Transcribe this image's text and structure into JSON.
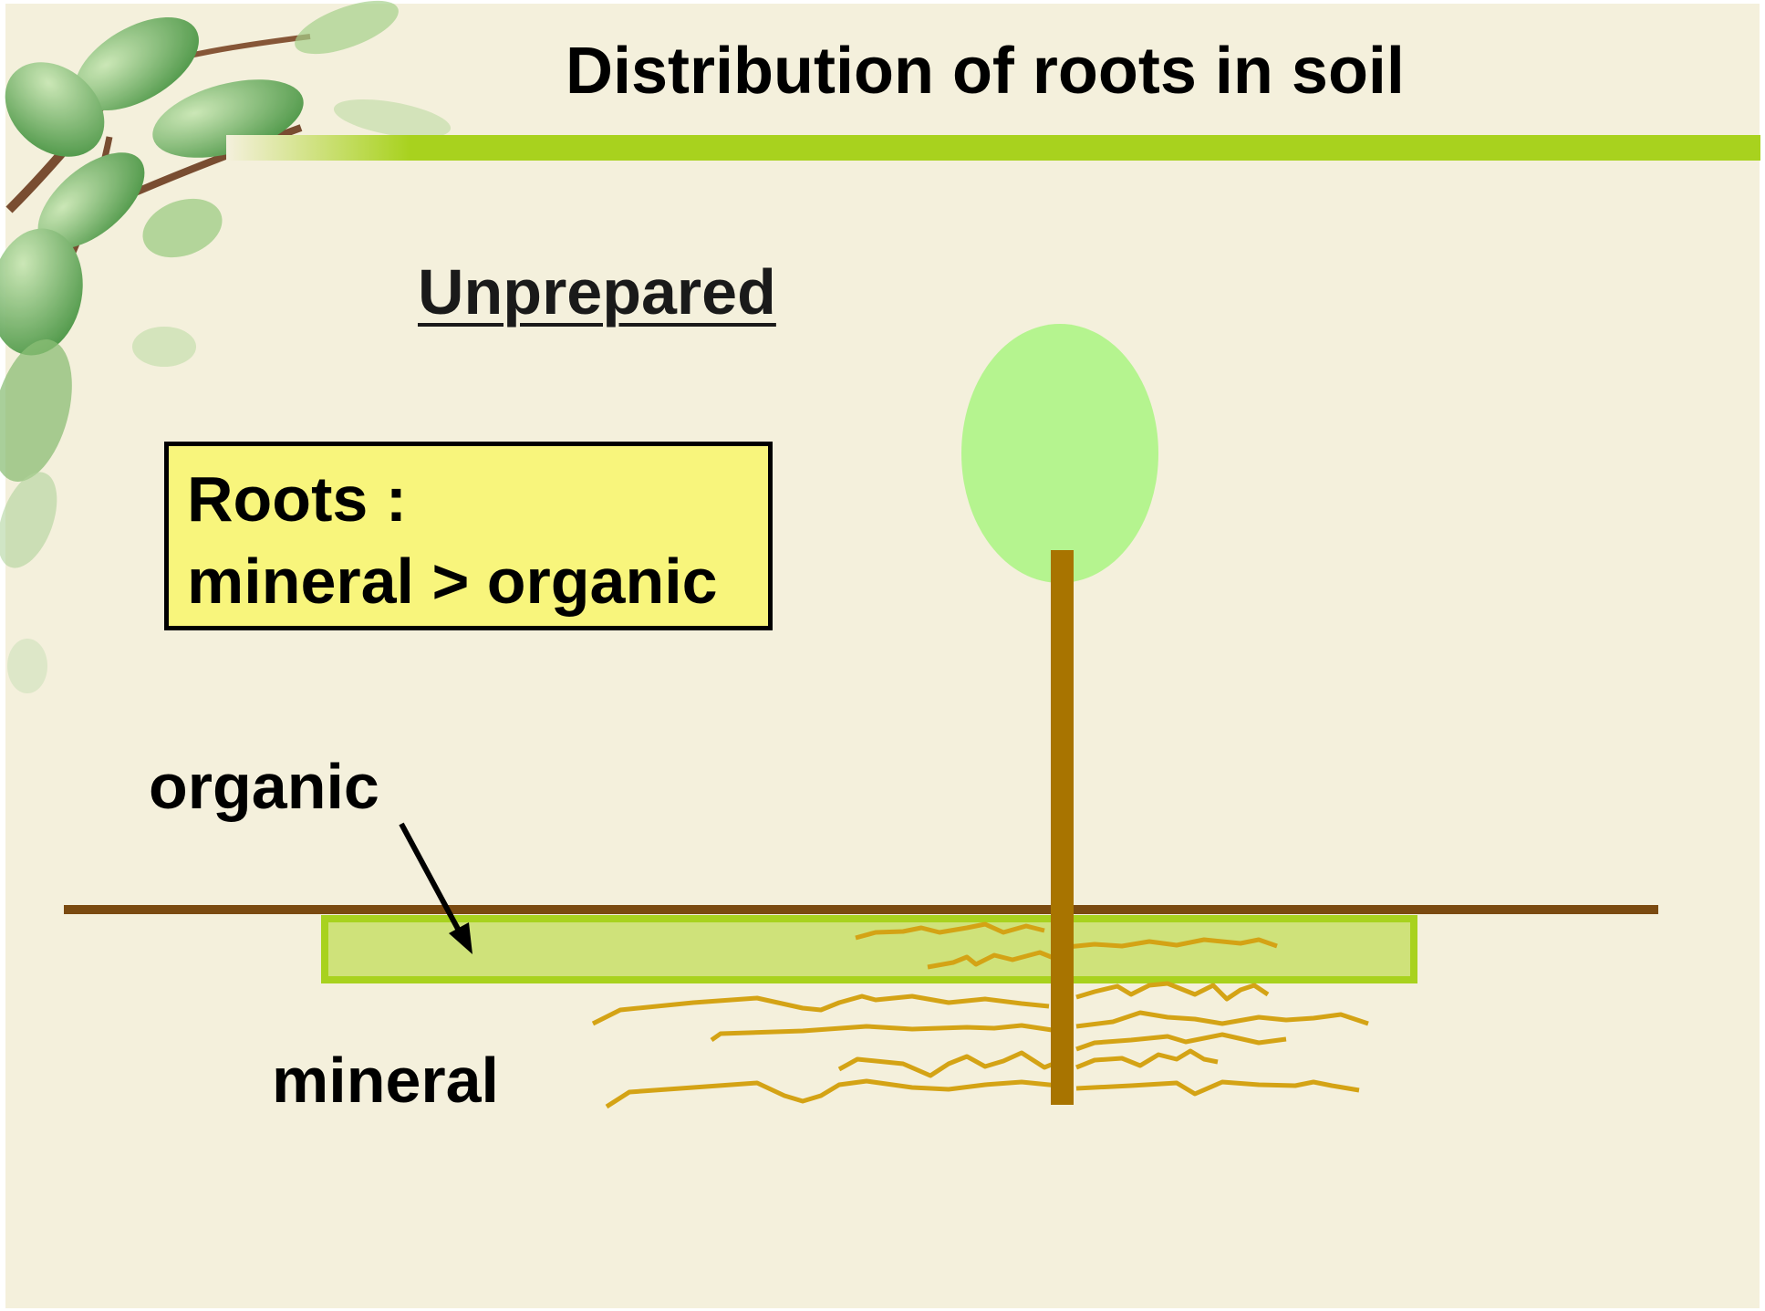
{
  "slide": {
    "title": "Distribution of roots in soil",
    "subtitle": "Unprepared",
    "roots_box": {
      "line1": "Roots :",
      "line2": "mineral > organic"
    },
    "labels": {
      "organic": "organic",
      "mineral": "mineral"
    }
  },
  "colors": {
    "background": "#f4f0dc",
    "title_bar": "#a8d21e",
    "roots_box_fill": "#f8f57c",
    "tree_crown": "#b5f48f",
    "trunk": "#a87400",
    "ground_line": "#7a4a10",
    "organic_layer_fill": "#cfe27a",
    "organic_layer_border": "#a8d21e",
    "roots": "#d4a315"
  },
  "decoration": {
    "corner_image": "leafy-branch"
  }
}
